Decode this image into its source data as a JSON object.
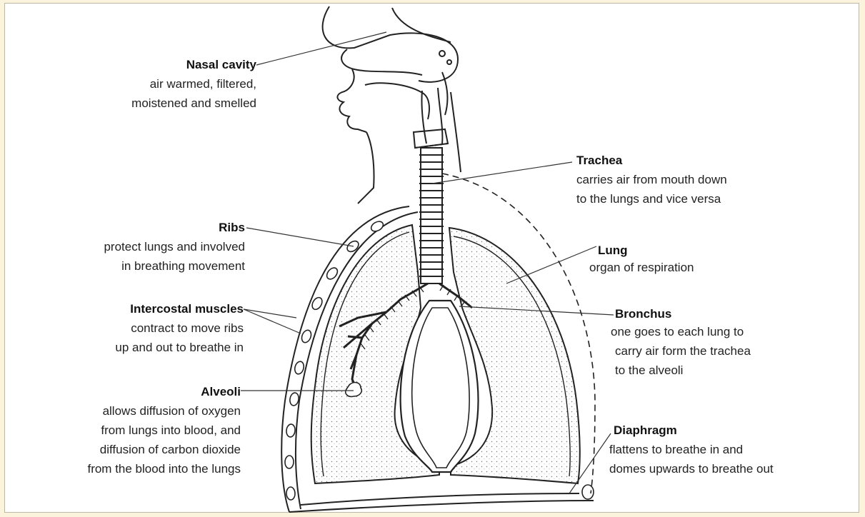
{
  "labels": {
    "nasal": {
      "title": "Nasal cavity",
      "desc": [
        "air warmed, filtered,",
        "moistened and smelled"
      ]
    },
    "trachea": {
      "title": "Trachea",
      "desc": [
        "carries air from mouth down",
        "to the lungs and vice versa"
      ]
    },
    "ribs": {
      "title": "Ribs",
      "desc": [
        "protect lungs and involved",
        "in breathing movement"
      ]
    },
    "lung": {
      "title": "Lung",
      "desc": [
        "organ of respiration"
      ]
    },
    "intercostal": {
      "title": "Intercostal muscles",
      "desc": [
        "contract to move ribs",
        "up and out to breathe in"
      ]
    },
    "bronchus": {
      "title": "Bronchus",
      "desc": [
        "one goes to each lung to",
        "carry air form the trachea",
        "to the alveoli"
      ]
    },
    "alveoli": {
      "title": "Alveoli",
      "desc": [
        "allows diffusion of oxygen",
        "from lungs into blood, and",
        "diffusion of carbon dioxide",
        "from the blood into the lungs"
      ]
    },
    "diaphragm": {
      "title": "Diaphragm",
      "desc": [
        "flattens to breathe in and",
        "domes upwards to breathe out"
      ]
    }
  },
  "colors": {
    "background": "#fbf3dc",
    "panel": "#ffffff",
    "ink": "#222222"
  }
}
